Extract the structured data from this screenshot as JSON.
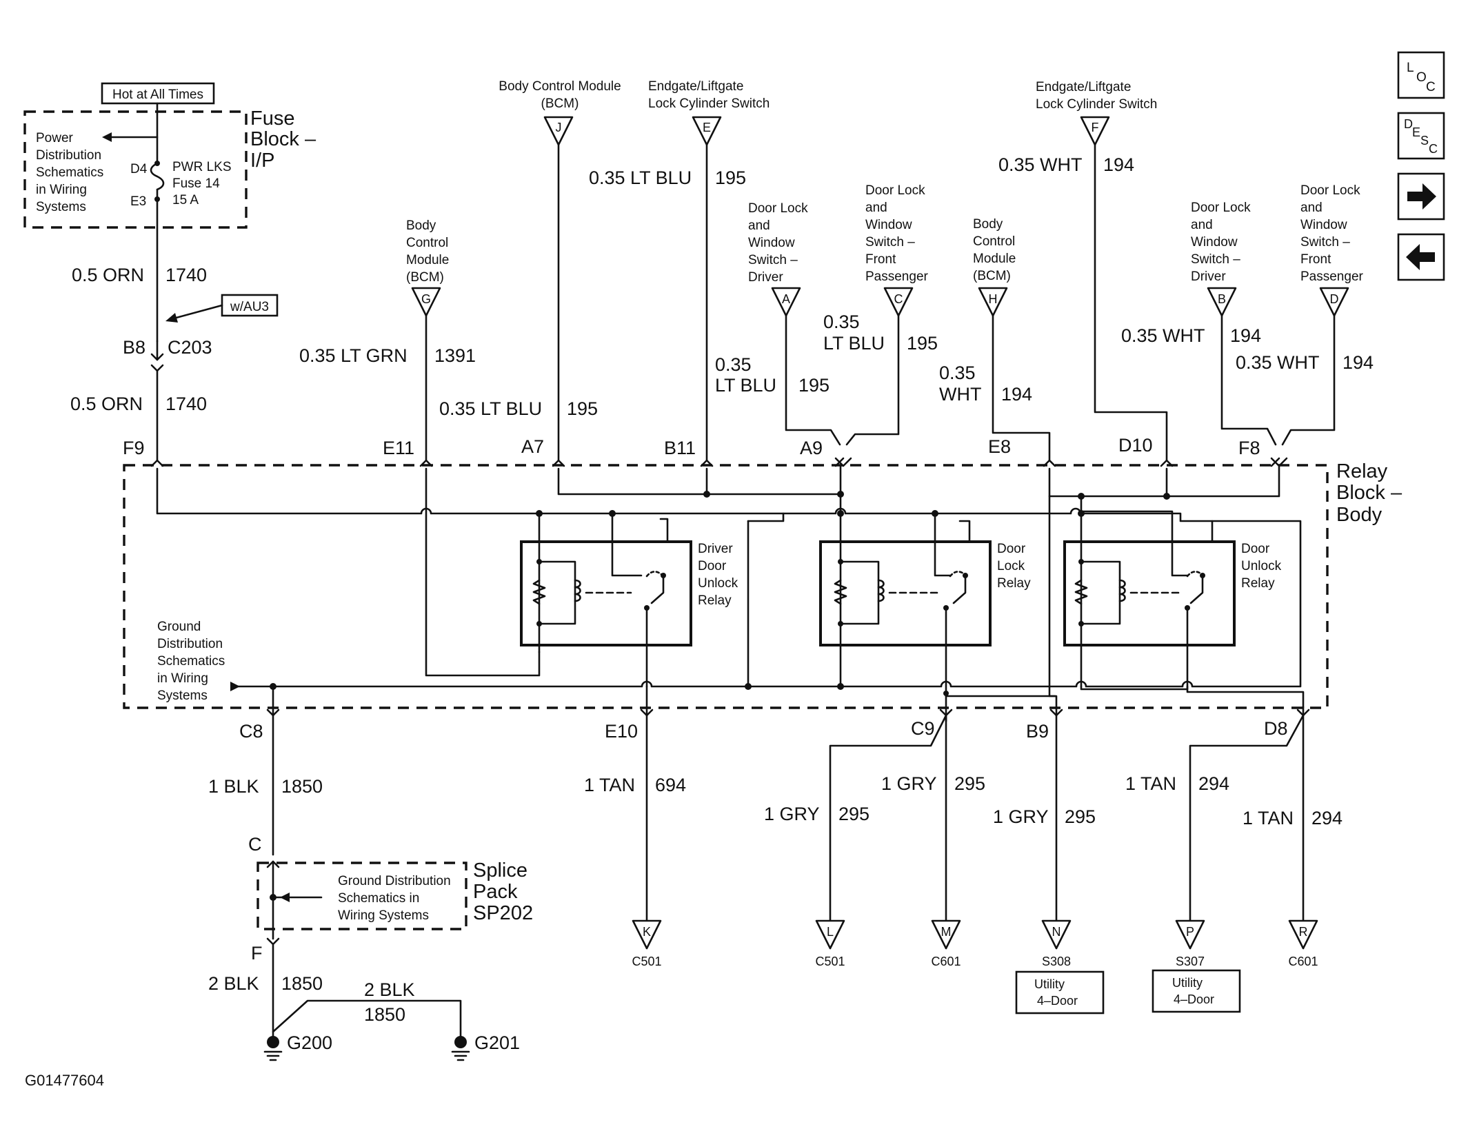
{
  "hot": "Hot at All Times",
  "fuse_block": {
    "line1": "Fuse",
    "line2": "Block –",
    "line3": "I/P",
    "pds": [
      "Power",
      "Distribution",
      "Schematics",
      "in Wiring",
      "Systems"
    ],
    "pin_top": "D4",
    "pin_bot": "E3",
    "fuse": [
      "PWR LKS",
      "Fuse 14",
      "15 A"
    ]
  },
  "wau3": "w/AU3",
  "conn": {
    "b8": "B8",
    "c203": "C203"
  },
  "wires": {
    "orn_a": "0.5 ORN",
    "orn_a_n": "1740",
    "orn_b": "0.5 ORN",
    "orn_b_n": "1740",
    "ltgrn": "0.35 LT GRN",
    "ltgrn_n": "1391",
    "ltblu_a7": "0.35 LT BLU",
    "ltblu_a7_n": "195",
    "ltblu_e": "0.35 LT BLU",
    "ltblu_e_n": "195",
    "ltblu_b11_1": "0.35",
    "ltblu_b11_2": "LT BLU",
    "ltblu_b11_n": "195",
    "ltblu_c_1": "0.35",
    "ltblu_c_2": "LT BLU",
    "ltblu_c_n": "195",
    "wht_f": "0.35 WHT",
    "wht_f_n": "194",
    "wht_h_1": "0.35",
    "wht_h_2": "WHT",
    "wht_h_n": "194",
    "wht_b": "0.35 WHT",
    "wht_b_n": "194",
    "wht_d": "0.35 WHT",
    "wht_d_n": "194",
    "blk_c8": "1 BLK",
    "blk_c8_n": "1850",
    "tan_e10": "1 TAN",
    "tan_e10_n": "694",
    "gry_l": "1 GRY",
    "gry_l_n": "295",
    "gry_m": "1 GRY",
    "gry_m_n": "295",
    "gry_n": "1 GRY",
    "gry_n_n": "295",
    "tan_p": "1 TAN",
    "tan_p_n": "294",
    "tan_r": "1 TAN",
    "tan_r_n": "294",
    "blk_g200": "2 BLK",
    "blk_g200_n": "1850",
    "blk_g201": "2 BLK",
    "blk_g201_n": "1850"
  },
  "top": {
    "bcm_j": [
      "Body Control Module",
      "(BCM)"
    ],
    "j": "J",
    "end_e": [
      "Endgate/Liftgate",
      "Lock Cylinder Switch"
    ],
    "e": "E",
    "end_f": [
      "Endgate/Liftgate",
      "Lock Cylinder Switch"
    ],
    "f": "F",
    "bcm_g": [
      "Body",
      "Control",
      "Module",
      "(BCM)"
    ],
    "g": "G",
    "dlw_a": [
      "Door Lock",
      "and",
      "Window",
      "Switch –",
      "Driver"
    ],
    "a": "A",
    "dlw_c": [
      "Door Lock",
      "and",
      "Window",
      "Switch –",
      "Front",
      "Passenger"
    ],
    "c": "C",
    "bcm_h": [
      "Body",
      "Control",
      "Module",
      "(BCM)"
    ],
    "h": "H",
    "dlw_b": [
      "Door Lock",
      "and",
      "Window",
      "Switch –",
      "Driver"
    ],
    "b": "B",
    "dlw_d": [
      "Door Lock",
      "and",
      "Window",
      "Switch –",
      "Front",
      "Passenger"
    ],
    "d": "D"
  },
  "relay_pins": {
    "f9": "F9",
    "e11": "E11",
    "a7": "A7",
    "b11": "B11",
    "a9": "A9",
    "e8": "E8",
    "d10": "D10",
    "f8": "F8"
  },
  "relay_block": [
    "Relay",
    "Block –",
    "Body"
  ],
  "relays": {
    "driver": [
      "Driver",
      "Door",
      "Unlock",
      "Relay"
    ],
    "lock": [
      "Door",
      "Lock",
      "Relay"
    ],
    "unlock": [
      "Door",
      "Unlock",
      "Relay"
    ]
  },
  "gds": [
    "Ground",
    "Distribution",
    "Schematics",
    "in Wiring",
    "Systems"
  ],
  "bottom_pins": {
    "c8": "C8",
    "e10": "E10",
    "c9": "C9",
    "b9": "B9",
    "d8": "D8"
  },
  "bottom_conn": {
    "k": "K",
    "k_c": "C501",
    "l": "L",
    "l_c": "C501",
    "m": "M",
    "m_c": "C601",
    "n": "N",
    "n_c": "S308",
    "p": "P",
    "p_c": "S307",
    "r": "R",
    "r_c": "C601",
    "util1": [
      "Utility",
      "4–Door"
    ],
    "util2": [
      "Utility",
      "4–Door"
    ]
  },
  "splice": {
    "c": "C",
    "f": "F",
    "gds": [
      "Ground Distribution",
      "Schematics in",
      "Wiring Systems"
    ],
    "label": [
      "Splice",
      "Pack",
      "SP202"
    ]
  },
  "grounds": {
    "g200": "G200",
    "g201": "G201"
  },
  "fig_id": "G01477604",
  "nav": {
    "loc": [
      "L",
      "O",
      "C"
    ],
    "desc": [
      "D",
      "E",
      "S",
      "C"
    ]
  }
}
